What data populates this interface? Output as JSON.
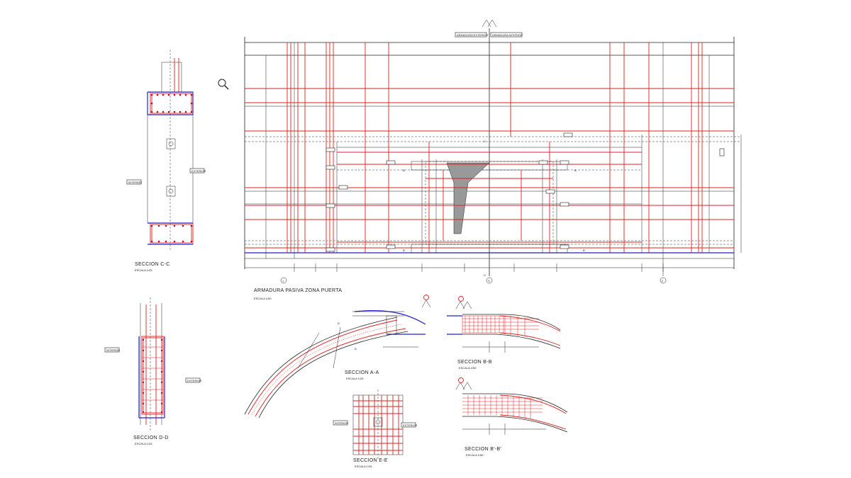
{
  "main_drawing": {
    "title": "ARMADURA PASIVA ZONA PUERTA",
    "scale": "ESCALA 1/50",
    "top_tags": [
      "ARMADURA EXTERIOR",
      "ARMADURA INTERIOR"
    ],
    "axes": [
      "1",
      "X",
      "2"
    ]
  },
  "sections": {
    "c_c": {
      "title": "SECCION C-C",
      "scale": "ESCALA 1/25",
      "tags": [
        "INTERIOR",
        "EXTERIOR"
      ]
    },
    "d_d": {
      "title": "SECCION D-D",
      "scale": "ESCALA 1/25",
      "tags": [
        "INTERIOR",
        "EXTERIOR"
      ]
    },
    "a_a": {
      "title": "SECCION A-A",
      "scale": "ESCALA 1/25"
    },
    "b_b": {
      "title": "SECCION B-B",
      "scale": "ESCALA 1/50"
    },
    "b2_b2": {
      "title": "SECCION B'-B'",
      "scale": "ESCALA 1/50"
    },
    "e_e": {
      "title": "SECCION E-E",
      "scale": "ESCALA 1/25",
      "tags": [
        "INTERIOR",
        "EXTERIOR"
      ]
    }
  },
  "colors": {
    "rebar": "#e02020",
    "outline": "#222222",
    "formwork": "#2020c8",
    "bar_dot": "#b0102a"
  },
  "icons": [
    "zoom-icon",
    "north-arrow-icon"
  ]
}
